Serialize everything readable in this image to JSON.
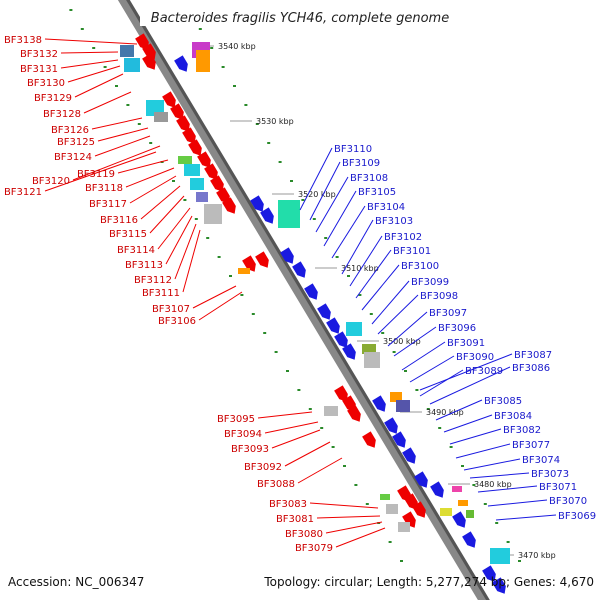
{
  "title": "Bacteroides fragilis YCH46, complete genome",
  "footer": {
    "accession": "Accession: NC_006347",
    "topology": "Topology: circular; Length: 5,277,274 bp; Genes: 4,670"
  },
  "colors": {
    "reverse_strand": "#ee0000",
    "forward_strand": "#1a1ae0",
    "backbone": "#888888",
    "label_reverse": "#cc0000",
    "label_forward": "#1a1acc",
    "gc_dots": "#2a8a2a"
  },
  "scale_labels": [
    "3540 kbp",
    "3530 kbp",
    "3520 kbp",
    "3510 kbp",
    "3500 kbp",
    "3490 kbp",
    "3480 kbp",
    "3470 kbp"
  ],
  "reverse_genes": [
    "BF3138",
    "BF3132",
    "BF3131",
    "BF3130",
    "BF3129",
    "BF3128",
    "BF3126",
    "BF3125",
    "BF3124",
    "BF3120",
    "BF3121",
    "BF3119",
    "BF3118",
    "BF3117",
    "BF3116",
    "BF3115",
    "BF3114",
    "BF3113",
    "BF3112",
    "BF3111",
    "BF3107",
    "BF3106",
    "BF3095",
    "BF3094",
    "BF3093",
    "BF3092",
    "BF3088",
    "BF3083",
    "BF3081",
    "BF3080",
    "BF3079"
  ],
  "forward_genes": [
    "BF3110",
    "BF3109",
    "BF3108",
    "BF3105",
    "BF3104",
    "BF3103",
    "BF3102",
    "BF3101",
    "BF3100",
    "BF3099",
    "BF3098",
    "BF3097",
    "BF3096",
    "BF3091",
    "BF3090",
    "BF3087",
    "BF3089",
    "BF3086",
    "BF3085",
    "BF3084",
    "BF3082",
    "BF3077",
    "BF3074",
    "BF3073",
    "BF3071",
    "BF3070",
    "BF3069"
  ]
}
